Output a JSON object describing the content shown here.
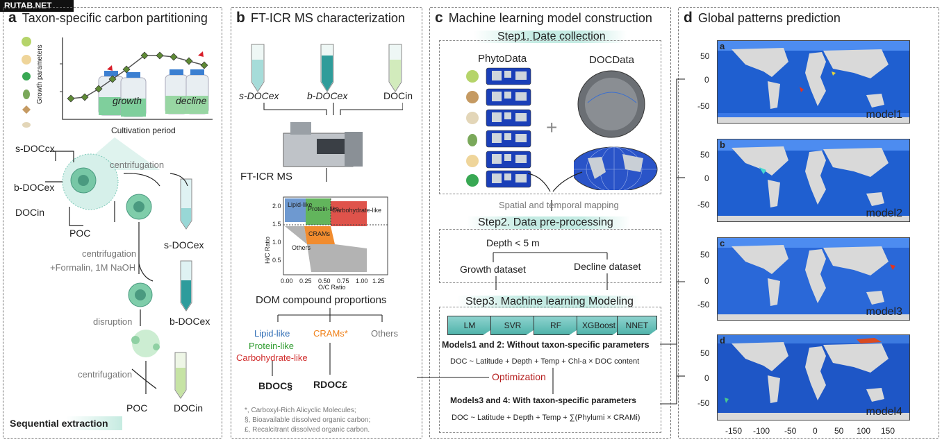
{
  "watermark": "RUTAB.NET",
  "panel_a": {
    "letter": "a",
    "title": "Taxon-specific carbon partitioning",
    "y_axis": "Growth parameters",
    "x_axis": "Cultivation period",
    "growth": "growth",
    "decline": "decline",
    "s_doc_cx": "s-DOCcx",
    "b_doc_ex": "b-DOCex",
    "doc_in": "DOCin",
    "poc": "POC",
    "centrifugation1": "centrifugation",
    "s_doc_ex": "s-DOCex",
    "centrifugation2": "centrifugation",
    "formalin": "+Formalin, 1M NaOH",
    "b_doc_ex2": "b-DOCex",
    "disruption": "disruption",
    "centrifugation3": "centrifugation",
    "poc2": "POC",
    "doc_in2": "DOCin",
    "footer": "Sequential extraction"
  },
  "panel_b": {
    "letter": "b",
    "title": "FT-ICR MS characterization",
    "tube1": "s-DOCex",
    "tube2": "b-DOCex",
    "tube3": "DOCin",
    "instrument": "FT-ICR  MS",
    "vk_xlabel": "O/C Ratio",
    "vk_ylabel": "H/C Ratio",
    "vk_regions": [
      "Lipid-like",
      "Protein-like",
      "Carbohydrate-like",
      "CRAMs",
      "Others"
    ],
    "vk_xticks": [
      "0.00",
      "0.25",
      "0.50",
      "0.75",
      "1.00",
      "1.25"
    ],
    "vk_yticks": [
      "2.0",
      "1.5",
      "1.0",
      "0.5"
    ],
    "dom_label": "DOM compound proportions",
    "lipid": "Lipid-like",
    "protein": "Protein-like",
    "carbo": "Carbohydrate-like",
    "crams": "CRAMs*",
    "others": "Others",
    "bdoc": "BDOC§",
    "rdoc": "RDOC£",
    "foot1": "*, Carboxyl-Rich Alicyclic Molecules;",
    "foot2": "§, Bioavailable dissolved organic carbon;",
    "foot3": "£, Recalcitrant dissolved organic carbon."
  },
  "panel_c": {
    "letter": "c",
    "title": "Machine learning model construction",
    "step1": "Step1. Date collection",
    "phyto": "PhytoData",
    "doc": "DOCData",
    "plus": "+",
    "mapping": "Spatial and temporal mapping",
    "step2": "Step2. Data pre-processing",
    "depth": "Depth < 5 m",
    "growth_ds": "Growth dataset",
    "decline_ds": "Decline dataset",
    "step3": "Step3. Machine learning Modeling",
    "models": [
      "LM",
      "SVR",
      "RF",
      "XGBoost",
      "NNET"
    ],
    "m12": "Models1 and 2: Without taxon-specific parameters",
    "eq1": "DOC ~ Latitude + Depth + Temp + Chl-a × DOC content",
    "opt": "Optimization",
    "m34": "Models3 and 4: With taxon-specific parameters",
    "eq2": "DOC ~ Latitude + Depth + Temp + ∑(Phylumi × CRAMi)"
  },
  "panel_d": {
    "letter": "d",
    "title": "Global patterns prediction",
    "maps": [
      {
        "tag": "a",
        "label": "model1"
      },
      {
        "tag": "b",
        "label": "model2"
      },
      {
        "tag": "c",
        "label": "model3"
      },
      {
        "tag": "d",
        "label": "model4"
      }
    ],
    "yticks": [
      "50",
      "0",
      "-50"
    ],
    "xticks": [
      "-150",
      "-100",
      "-50",
      "0",
      "50",
      "100",
      "150"
    ]
  },
  "colors": {
    "teal": "#4fb3aa",
    "ocean": "#1f5fd0",
    "land": "#d9d9d9",
    "optimization": "#b51e1e"
  }
}
